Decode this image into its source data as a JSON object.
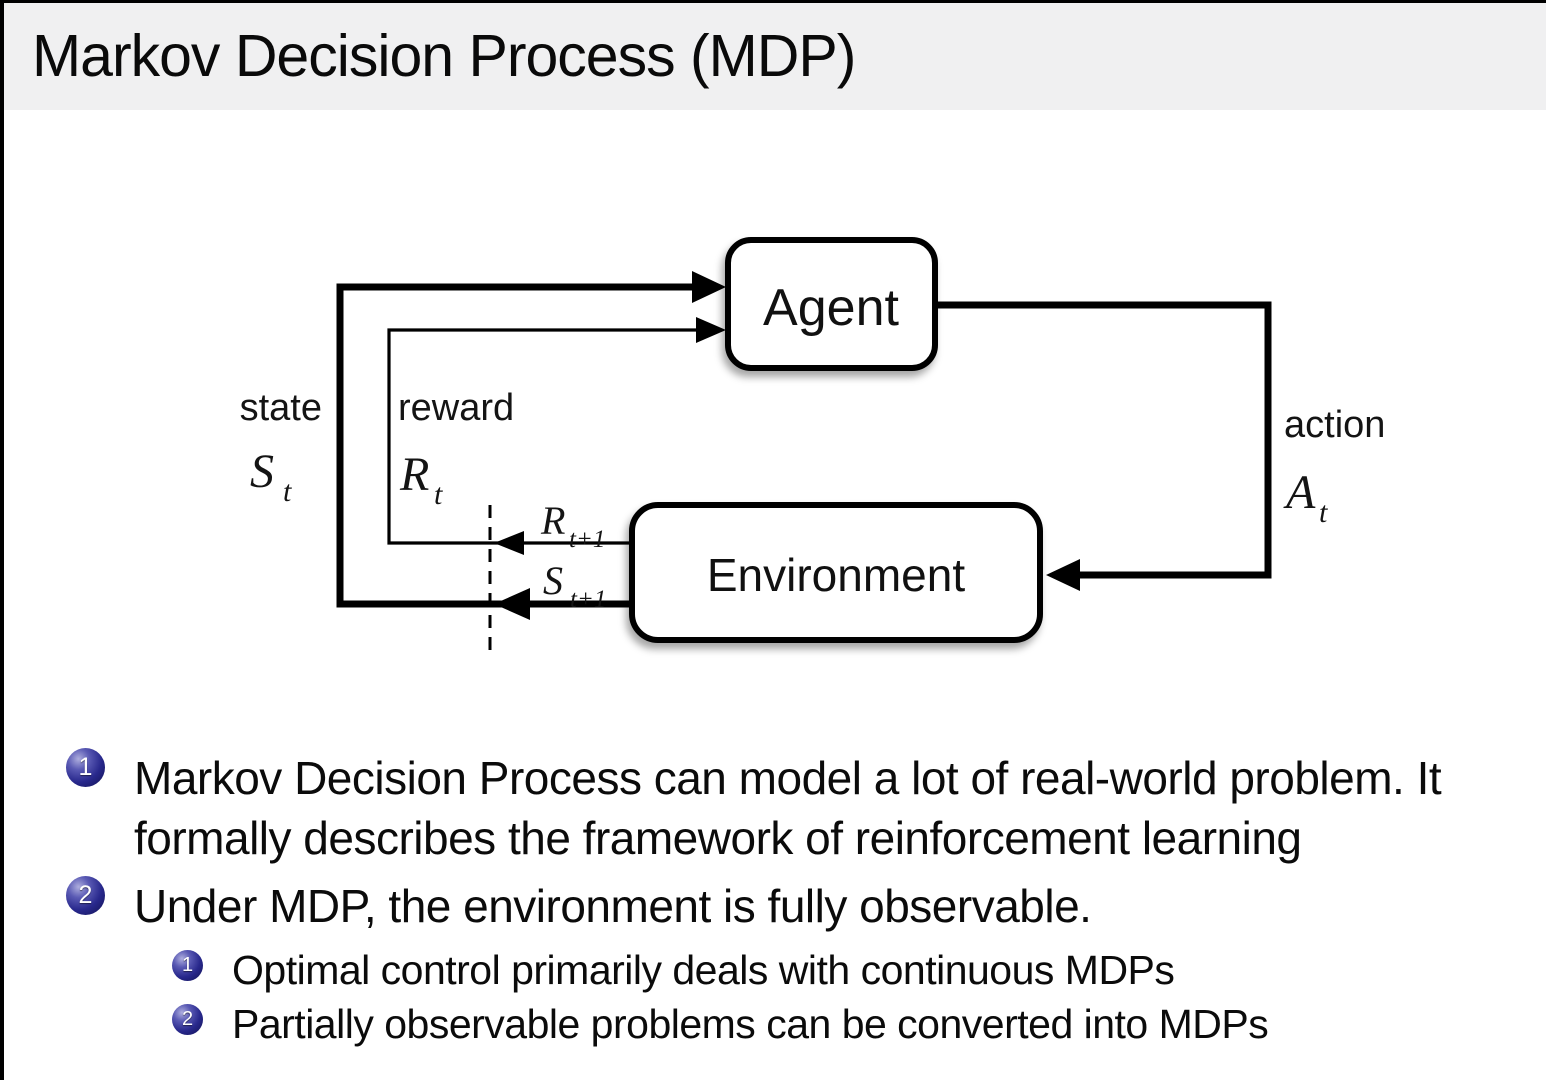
{
  "title": "Markov Decision Process (MDP)",
  "diagram": {
    "agent": "Agent",
    "environment": "Environment",
    "state_label": "state",
    "state_symbol": "S",
    "state_subscript": "t",
    "reward_label": "reward",
    "reward_symbol": "R",
    "reward_subscript": "t",
    "action_label": "action",
    "action_symbol": "A",
    "action_subscript": "t",
    "next_reward_symbol": "R",
    "next_reward_subscript": "t+1",
    "next_state_symbol": "S",
    "next_state_subscript": "t+1"
  },
  "bullets": [
    {
      "badge": "1",
      "text": "Markov Decision Process can model a lot of real-world problem. It formally describes the framework of reinforcement learning",
      "sub": []
    },
    {
      "badge": "2",
      "text": "Under MDP, the environment is fully observable.",
      "sub": [
        {
          "badge": "1",
          "text": "Optimal control primarily deals with continuous MDPs"
        },
        {
          "badge": "2",
          "text": "Partially observable problems can be converted into MDPs"
        }
      ]
    }
  ],
  "colors": {
    "ball": "#28288c",
    "title_band": "#f0f0f1",
    "ink": "#000000"
  }
}
